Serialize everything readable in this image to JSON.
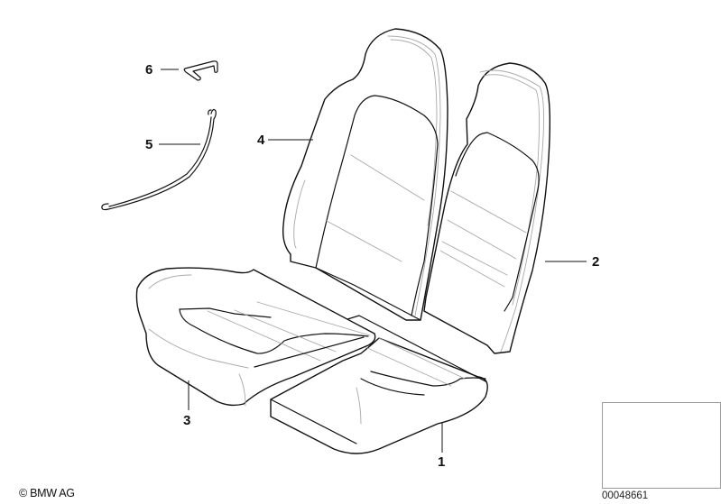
{
  "diagram": {
    "title": "Seat cover / upholstery parts",
    "callouts": [
      {
        "id": "1",
        "label": "1",
        "part": "seat cushion cover (right)"
      },
      {
        "id": "2",
        "label": "2",
        "part": "backrest cover (right)"
      },
      {
        "id": "3",
        "label": "3",
        "part": "seat cushion cover (left)"
      },
      {
        "id": "4",
        "label": "4",
        "part": "backrest cover (left)"
      },
      {
        "id": "5",
        "label": "5",
        "part": "wire bracket"
      },
      {
        "id": "6",
        "label": "6",
        "part": "clip"
      }
    ],
    "copyright": "© BMW AG",
    "document_number": "00048661",
    "thumbnail": {
      "depicts": "car-overview-icon"
    },
    "colors": {
      "line": "#111111",
      "seam": "#a8a8a8",
      "background": "#ffffff",
      "frame": "#9a9a9a"
    }
  }
}
